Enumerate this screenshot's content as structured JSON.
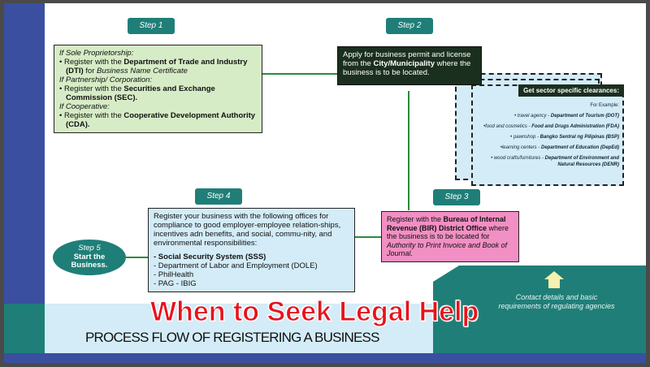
{
  "step1": {
    "label": "Step 1",
    "items": [
      {
        "cond": "If Sole Proprietorship:",
        "pre": "Register with the ",
        "bold": "Department of Trade and Industry (DTI)",
        "post": " for ",
        "ital": "Business Name Certificate"
      },
      {
        "cond": "If Partnership/ Corporation:",
        "pre": "Register with the ",
        "bold": "Securities and Exchange Commission (SEC).",
        "post": "",
        "ital": ""
      },
      {
        "cond": "If Cooperative:",
        "pre": "Register with the ",
        "bold": "Cooperative Development Authority (CDA).",
        "post": "",
        "ital": ""
      }
    ]
  },
  "step2": {
    "label": "Step 2",
    "pre": "Apply for business permit and license from the ",
    "bold": "City/Municipality",
    "post": " where the business is to be located."
  },
  "sector": {
    "title": "Get sector specific clearances:",
    "intro": "For Example:",
    "items": [
      {
        "pre": "• travel agency - ",
        "bold": "Department of Tourism (DOT)"
      },
      {
        "pre": "•food and cosmetics - ",
        "bold": "Food and Drugs Administration (FDA)"
      },
      {
        "pre": "• pawnshop - ",
        "bold": "Bangko Sentral ng Pilipinas (BSP)"
      },
      {
        "pre": "•learning centers - ",
        "bold": "Department of Education (DepEd)"
      },
      {
        "pre": "• wood crafts/furnitures - ",
        "bold": "Department of Environment and Natural Resources (DENR)"
      }
    ]
  },
  "step3": {
    "label": "Step 3",
    "pre": "Register with the ",
    "bold": "Bureau of Internal Revenue (BIR) District Office",
    "post": " where the business is to be located for ",
    "ital": "Authority to Print Invoice and Book of Journal."
  },
  "step4": {
    "label": "Step 4",
    "intro": "Register your business with the following offices for compliance to good employer-employee relation-ships, incentives adn benefits, and social, commu-nity, and environmental responsibilities:",
    "items": [
      "- Social Security System (SSS)",
      "- Department of Labor and Employment (DOLE)",
      "- PhilHealth",
      "- PAG - IBIG"
    ]
  },
  "step5": {
    "label": "Step 5",
    "text": "Start the Business."
  },
  "contact": "Contact details and basic requirements of regulating agencies",
  "title": "PROCESS FLOW OF REGISTERING A BUSINESS",
  "overlay": "When to Seek Legal Help",
  "colors": {
    "teal": "#1f7f78",
    "blue": "#3a4fa0",
    "green_box": "#d6ecc6",
    "pink_box": "#f28fc4",
    "light_blue": "#d3ecf7",
    "dark_green": "#1b2f1f",
    "overlay_red": "#e8121b"
  }
}
